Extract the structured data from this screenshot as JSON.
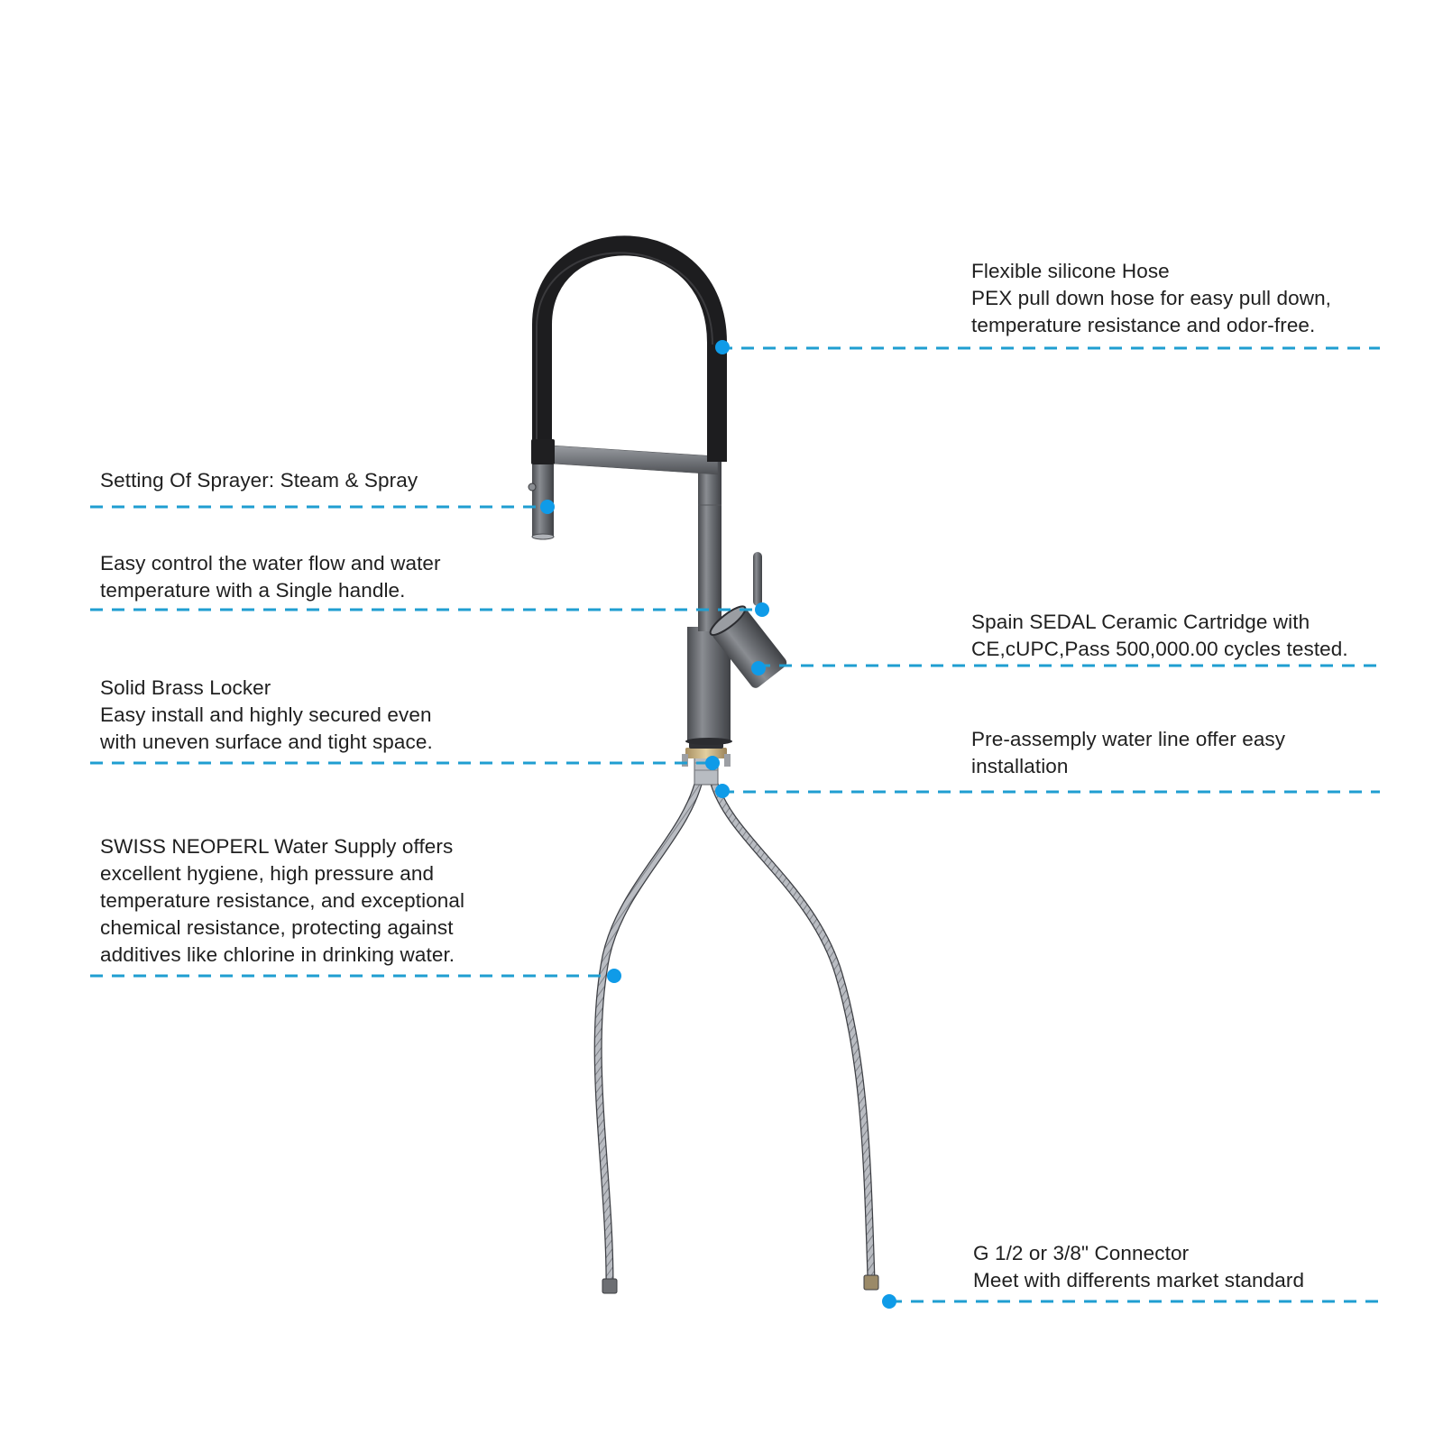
{
  "diagram": {
    "type": "product-feature-callouts",
    "subject": "pull-down kitchen faucet",
    "colors": {
      "callout_line": "#1f9ed1",
      "callout_dot": "#0f9be8",
      "hose": "#1f1f1f",
      "metal": "#6e7074",
      "text": "#1f1f1f",
      "background": "#ffffff"
    },
    "callouts": [
      {
        "id": "silicone-hose",
        "side": "right",
        "lines": [
          "Flexible silicone Hose",
          "PEX pull down hose for easy pull down,",
          "temperature resistance and odor-free."
        ]
      },
      {
        "id": "sprayer-setting",
        "side": "left",
        "lines": [
          "Setting Of Sprayer: Steam & Spray"
        ]
      },
      {
        "id": "single-handle",
        "side": "left",
        "lines": [
          "Easy control the water flow and water",
          "temperature with a Single handle."
        ]
      },
      {
        "id": "ceramic-cartridge",
        "side": "right",
        "lines": [
          "Spain SEDAL Ceramic Cartridge with",
          "CE,cUPC,Pass 500,000.00 cycles tested."
        ]
      },
      {
        "id": "brass-locker",
        "side": "left",
        "lines": [
          "Solid Brass Locker",
          "Easy install and highly secured even",
          "with uneven surface and tight space."
        ]
      },
      {
        "id": "water-line",
        "side": "right",
        "lines": [
          "Pre-assemply water line offer easy",
          "installation"
        ]
      },
      {
        "id": "water-supply",
        "side": "left",
        "lines": [
          "SWISS NEOPERL Water Supply offers",
          "excellent hygiene, high pressure and",
          "temperature resistance, and exceptional",
          "chemical resistance, protecting against",
          "additives like chlorine in drinking water."
        ]
      },
      {
        "id": "connector",
        "side": "right",
        "lines": [
          "G 1/2 or 3/8\" Connector",
          "Meet with differents market standard"
        ]
      }
    ]
  }
}
